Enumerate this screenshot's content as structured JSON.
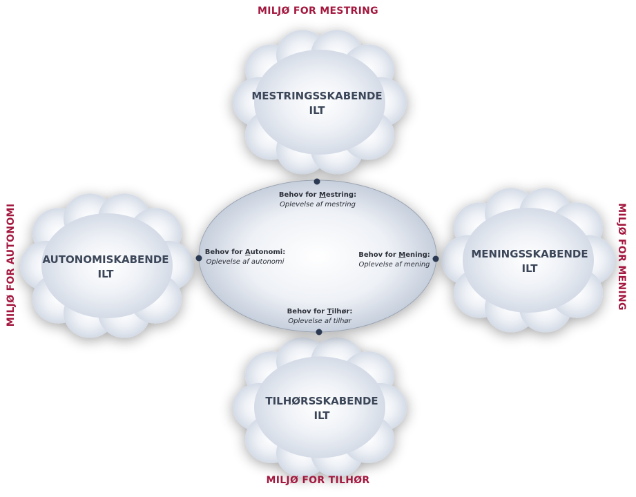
{
  "colors": {
    "accent": "#a3173e",
    "cloud_text": "#3b4658",
    "dot": "#2b3a52",
    "cloud_fill_center": "#ffffff",
    "cloud_fill_edge": "#cdd5e2"
  },
  "environments": {
    "top": "MILJØ FOR MESTRING",
    "bottom": "MILJØ FOR TILHØR",
    "left": "MILJØ FOR AUTONOMI",
    "right": "MILJØ FOR MENING"
  },
  "clouds": {
    "top": {
      "line1": "MESTRINGSSKABENDE",
      "line2": "ILT"
    },
    "left": {
      "line1": "AUTONOMISKABENDE",
      "line2": "ILT"
    },
    "right": {
      "line1": "MENINGSSKABENDE",
      "line2": "ILT"
    },
    "bottom": {
      "line1": "TILHØRSSKABENDE",
      "line2": "ILT"
    }
  },
  "needs": {
    "top": {
      "prefix": "Behov for ",
      "initial": "M",
      "rest": "estring:",
      "subtitle": "Oplevelse af mestring"
    },
    "left": {
      "prefix": "Behov for ",
      "initial": "A",
      "rest": "utonomi:",
      "subtitle": "Oplevelse af autonomi"
    },
    "right": {
      "prefix": "Behov for ",
      "initial": "M",
      "rest": "ening:",
      "subtitle": "Oplevelse af mening"
    },
    "bottom": {
      "prefix": "Behov for ",
      "initial": "T",
      "rest": "ilhør:",
      "subtitle": "Oplevelse af tilhør"
    }
  }
}
